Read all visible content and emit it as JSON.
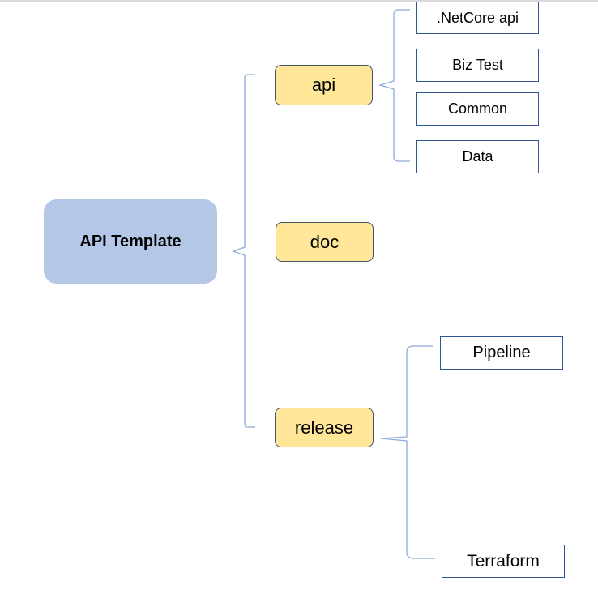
{
  "root": {
    "label": "API Template"
  },
  "branches": [
    {
      "label": "api",
      "children": [
        ".NetCore api",
        "Biz Test",
        "Common",
        "Data"
      ]
    },
    {
      "label": "doc",
      "children": []
    },
    {
      "label": "release",
      "children": [
        "Pipeline",
        "Terraform"
      ]
    }
  ],
  "colors": {
    "root_fill": "#b4c7e7",
    "branch_fill": "#ffe699",
    "branch_border": "#44546a",
    "leaf_border": "#2f5597",
    "connector": "#8faadc"
  }
}
